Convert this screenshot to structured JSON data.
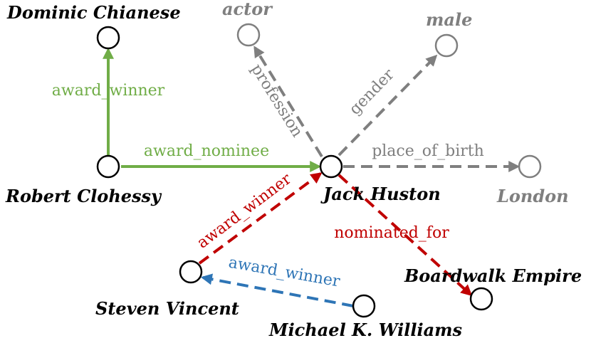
{
  "colors": {
    "green": "#70ad47",
    "red": "#c00000",
    "blue": "#2e75b6",
    "gray": "#7f7f7f",
    "black": "#000000"
  },
  "nodes": [
    {
      "id": "dominic",
      "label": "Dominic Chianese",
      "color": "black"
    },
    {
      "id": "robert",
      "label": "Robert Clohessy",
      "color": "black"
    },
    {
      "id": "jack",
      "label": "Jack Huston",
      "color": "black"
    },
    {
      "id": "actor",
      "label": "actor",
      "color": "gray"
    },
    {
      "id": "male",
      "label": "male",
      "color": "gray"
    },
    {
      "id": "london",
      "label": "London",
      "color": "gray"
    },
    {
      "id": "steven",
      "label": "Steven Vincent",
      "color": "black"
    },
    {
      "id": "michael",
      "label": "Michael K. Williams",
      "color": "black"
    },
    {
      "id": "boardwalk",
      "label": "Boardwalk Empire",
      "color": "black"
    }
  ],
  "edges": [
    {
      "id": "robert-dominic",
      "label": "award_winner",
      "color": "green",
      "style": "solid"
    },
    {
      "id": "robert-jack",
      "label": "award_nominee",
      "color": "green",
      "style": "solid"
    },
    {
      "id": "jack-actor",
      "label": "profession",
      "color": "gray",
      "style": "dashed"
    },
    {
      "id": "jack-male",
      "label": "gender",
      "color": "gray",
      "style": "dashed"
    },
    {
      "id": "jack-london",
      "label": "place_of_birth",
      "color": "gray",
      "style": "dashed"
    },
    {
      "id": "steven-jack",
      "label": "award_winner",
      "color": "red",
      "style": "dashed"
    },
    {
      "id": "jack-boardwalk",
      "label": "nominated_for",
      "color": "red",
      "style": "dashed"
    },
    {
      "id": "michael-steven",
      "label": "award_winner",
      "color": "blue",
      "style": "dashed"
    }
  ]
}
